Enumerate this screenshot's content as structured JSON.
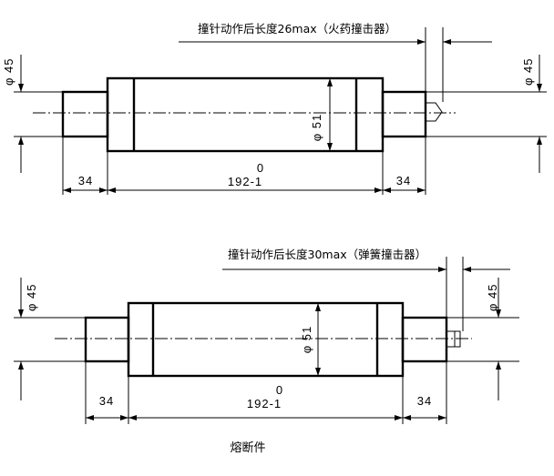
{
  "drawing_top": {
    "stroke_label": "撞针动作后长度26max（火药撞击器）",
    "diameter_left": "φ 45",
    "diameter_right": "φ 45",
    "diameter_body": "φ 51",
    "length_left": "34",
    "length_right": "34",
    "tolerance": "0",
    "overall_length": "192-1"
  },
  "drawing_bottom": {
    "stroke_label": "撞针动作后长度30max（弹簧撞击器）",
    "diameter_left": "φ 45",
    "diameter_right": "φ 45",
    "diameter_body": "φ 51",
    "length_left": "34",
    "length_right": "34",
    "tolerance": "0",
    "overall_length": "192-1"
  },
  "caption": "熔断件"
}
